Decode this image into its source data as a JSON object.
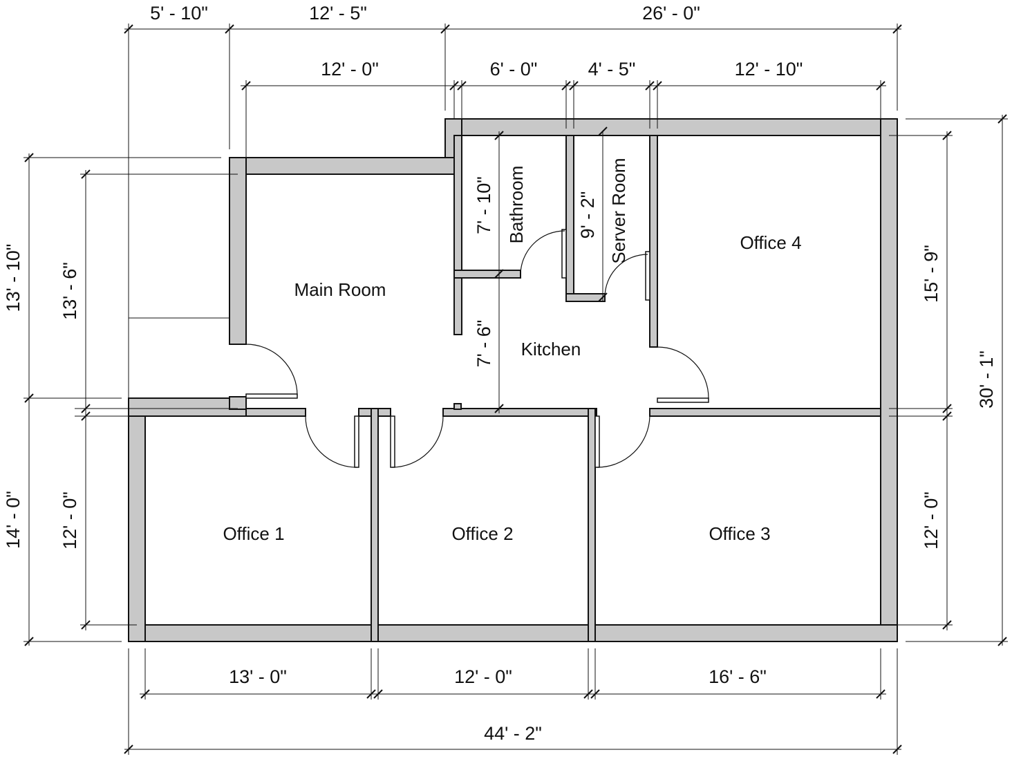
{
  "rooms": {
    "main_room": "Main Room",
    "bathroom": "Bathroom",
    "server_room": "Server Room",
    "kitchen": "Kitchen",
    "office_1": "Office 1",
    "office_2": "Office 2",
    "office_3": "Office 3",
    "office_4": "Office 4"
  },
  "dimensions": {
    "top_outer": [
      "5' - 10\"",
      "12' - 5\"",
      "26' - 0\""
    ],
    "top_inner": [
      "12' - 0\"",
      "6' - 0\"",
      "4' - 5\"",
      "12' - 10\""
    ],
    "left_outer": [
      "13' - 10\"",
      "14' - 0\""
    ],
    "left_inner": [
      "13' - 6\"",
      "12' - 0\""
    ],
    "bottom_inner": [
      "13' - 0\"",
      "12' - 0\"",
      "16' - 6\""
    ],
    "bottom_outer": "44' - 2\"",
    "right_inner": [
      "15' - 9\"",
      "12' - 0\""
    ],
    "right_outer": "30' - 1\"",
    "bathroom_height": "7' - 10\"",
    "server_room_height": "9' - 2\"",
    "kitchen_height": "7' - 6\""
  },
  "colors": {
    "wall_fill": "#c8c8c8",
    "line": "#111111",
    "background": "#ffffff"
  }
}
